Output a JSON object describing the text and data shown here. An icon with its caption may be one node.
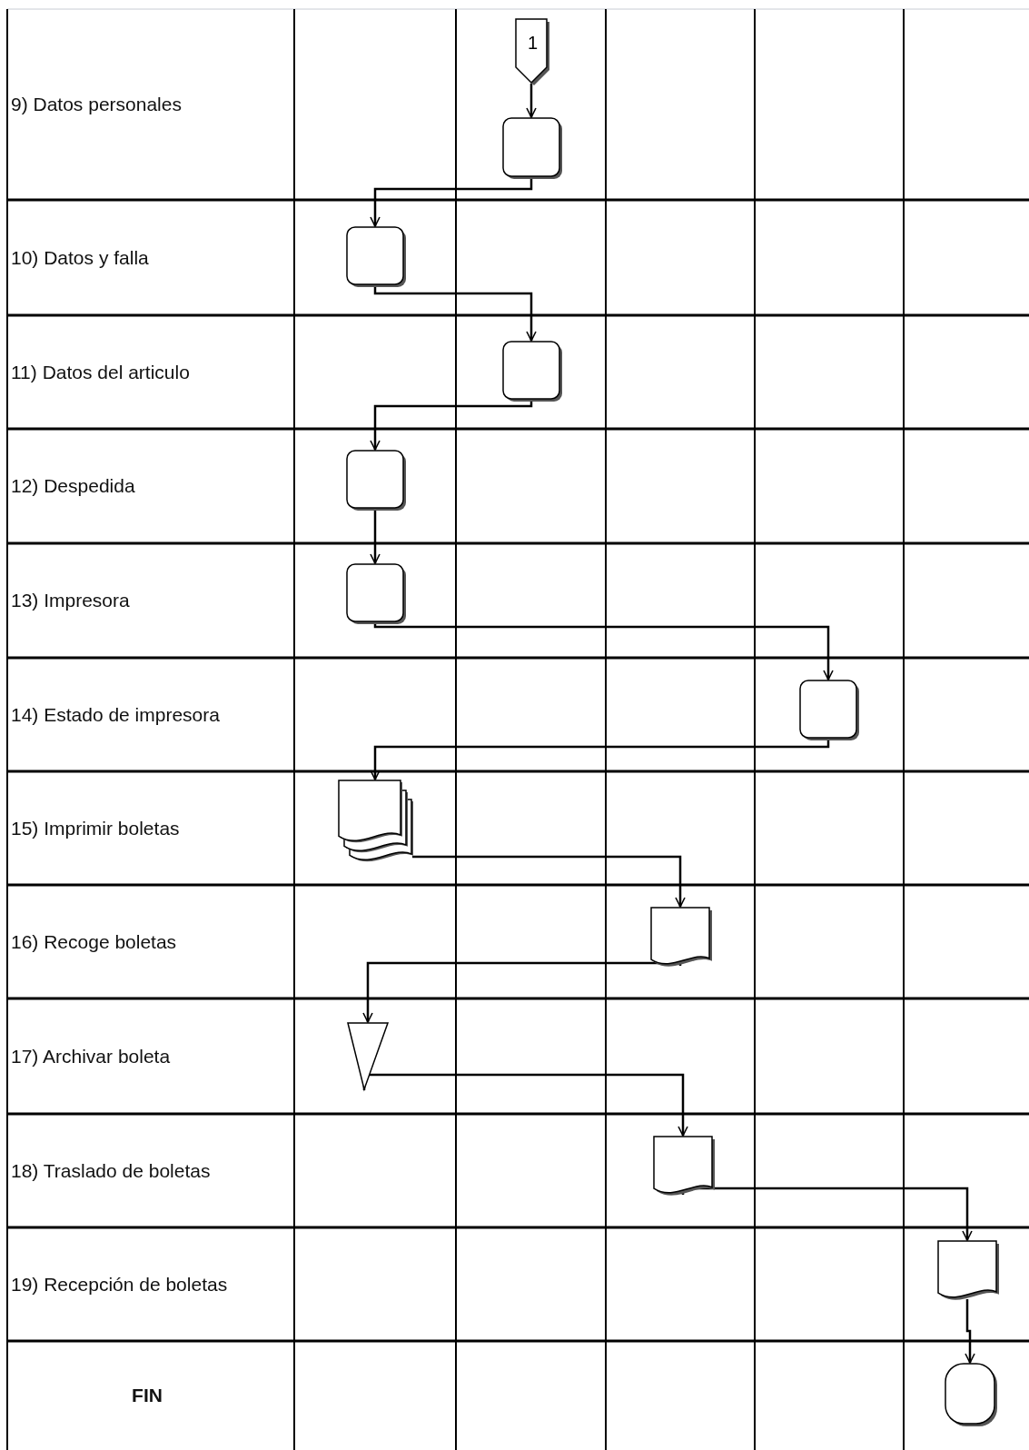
{
  "diagram": {
    "nodes": [
      {
        "text": [
          "1"
        ]
      },
      {
        "text": [],
        "shape": "box"
      },
      {
        "text": [],
        "shape": "box"
      },
      {
        "text": [],
        "shape": "box"
      },
      {
        "text": [],
        "shape": "box"
      },
      {
        "text": [],
        "shape": "box"
      },
      {
        "text": [],
        "shape": "box"
      },
      {
        "text": [],
        "shape": "document"
      },
      {
        "text": [],
        "shape": "document"
      },
      {
        "text": [],
        "shape": "triangle"
      },
      {
        "text": [],
        "shape": "document"
      },
      {
        "text": [],
        "shape": "document"
      },
      {
        "text": [],
        "shape": "box"
      }
    ],
    "edges": [
      {
        "from": 0,
        "to": 1,
        "arrow": "to"
      },
      {
        "from": 1,
        "to": 2,
        "arrow": "to"
      },
      {
        "from": 2,
        "to": 3,
        "arrow": "to"
      },
      {
        "from": 3,
        "to": 4,
        "arrow": "to"
      },
      {
        "from": 4,
        "to": 5,
        "arrow": "to"
      },
      {
        "from": 5,
        "to": 6,
        "arrow": "to"
      },
      {
        "from": 6,
        "to": 7,
        "arrow": "to"
      },
      {
        "from": 7,
        "to": 8,
        "arrow": "to"
      },
      {
        "from": 8,
        "to": 9,
        "arrow": "to"
      },
      {
        "from": 9,
        "to": 10,
        "arrow": "to"
      },
      {
        "from": 10,
        "to": 11,
        "arrow": "to"
      },
      {
        "from": 11,
        "to": 12,
        "arrow": "to"
      }
    ],
    "labels": [
      "9) Datos personales",
      "10) Datos y falla",
      "11) Datos del articulo",
      "12) Despedida",
      "13) Impresora",
      "14) Estado de impresora",
      "15) Imprimir boletas",
      "16) Recoge boletas",
      "17) Archivar boleta",
      "18) Traslado de boletas",
      "19) Recepción de boletas",
      "FIN"
    ]
  }
}
